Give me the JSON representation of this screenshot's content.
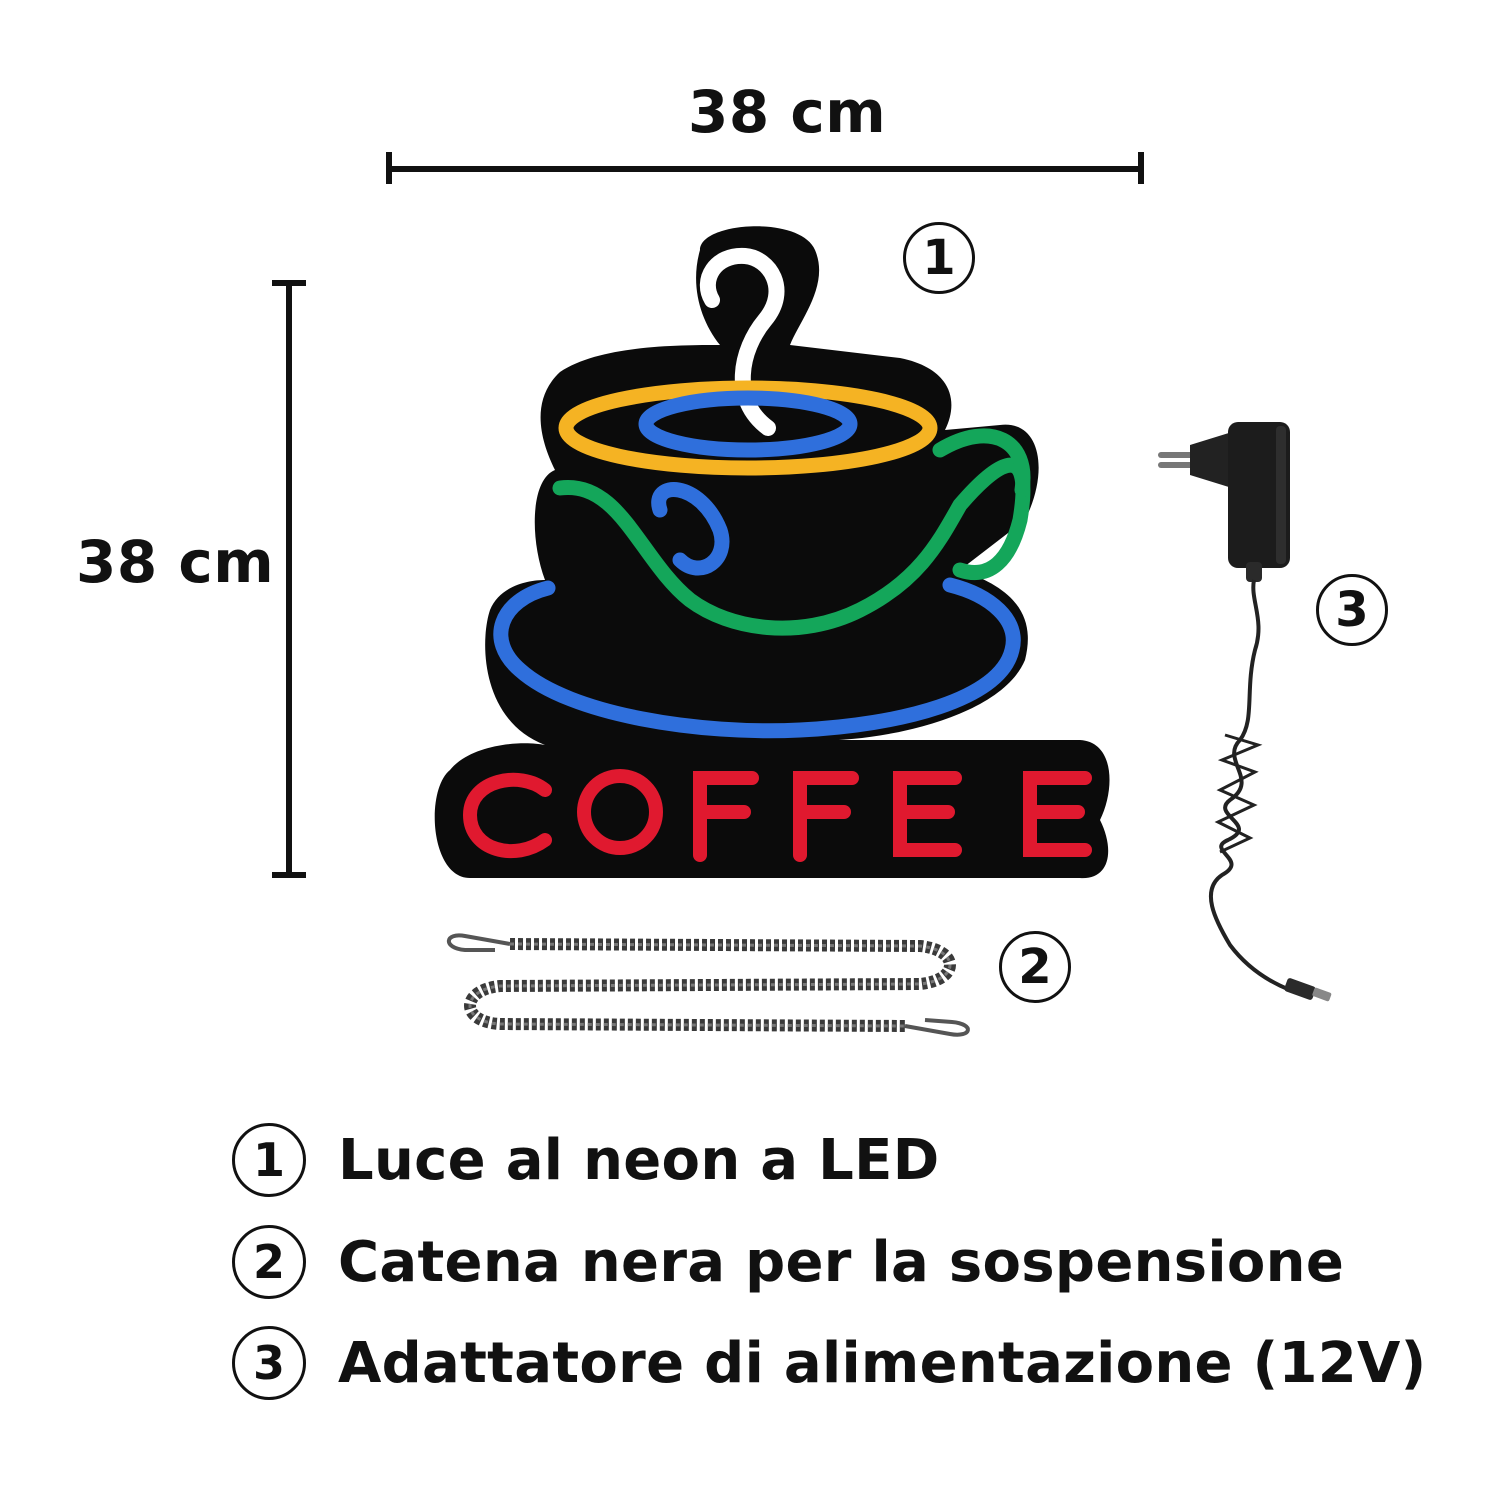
{
  "dimensions": {
    "width_label": "38 cm",
    "height_label": "38 cm"
  },
  "sign": {
    "text": "COFFEE",
    "colors": {
      "steam": "#ffffff",
      "rim": "#f5b323",
      "coffee": "#2f6fdc",
      "cup": "#14a65a",
      "saucer": "#2f6fdc",
      "text": "#e0192f",
      "backing": "#0b0b0b"
    }
  },
  "markers": {
    "sign": "1",
    "chain": "2",
    "adapter": "3"
  },
  "legend": [
    {
      "number": "1",
      "text": "Luce al neon a LED"
    },
    {
      "number": "2",
      "text": "Catena nera per la sospensione"
    },
    {
      "number": "3",
      "text": "Adattatore di alimentazione (12V)"
    }
  ]
}
